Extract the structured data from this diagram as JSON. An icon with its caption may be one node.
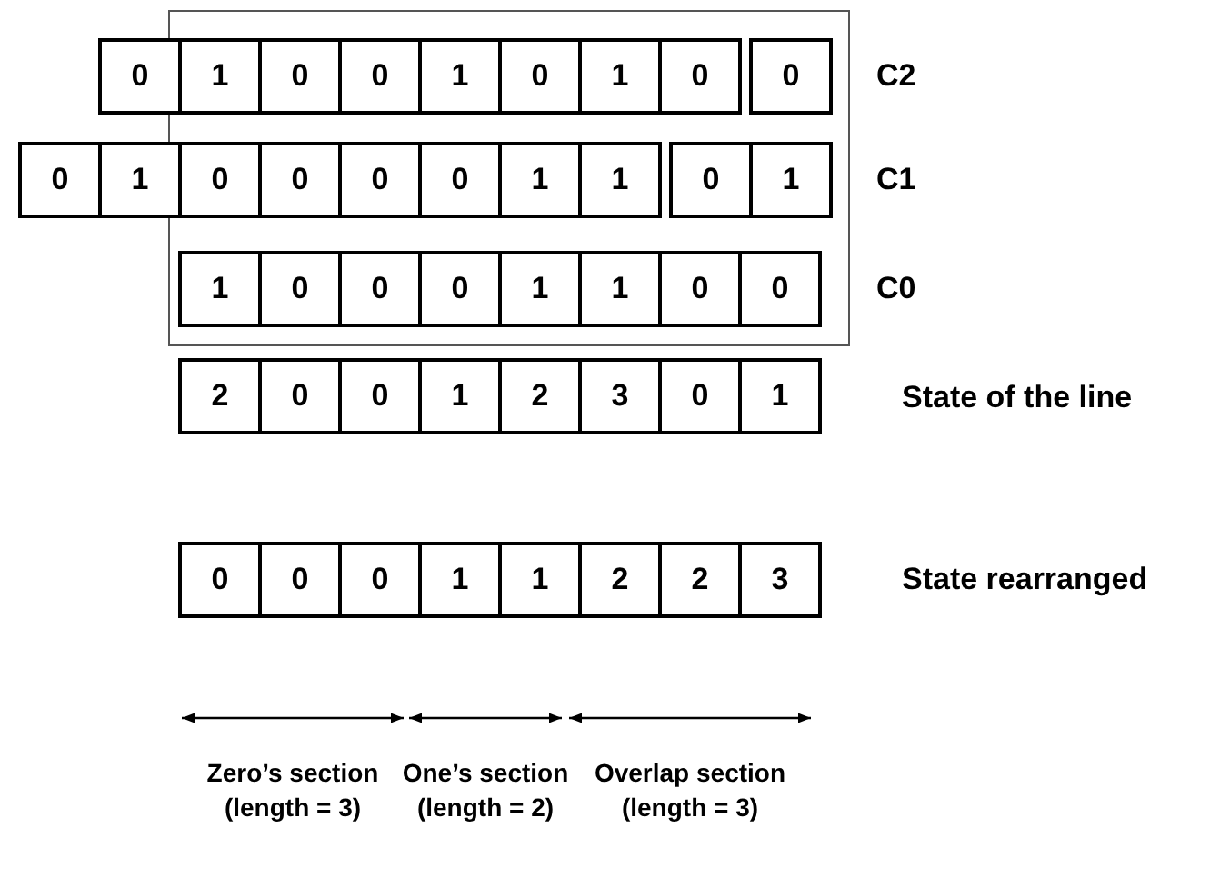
{
  "diagram": {
    "labels": [
      "0",
      "1",
      "0",
      "0",
      "1",
      "0",
      "1",
      "0",
      "0",
      "C2",
      "0",
      "1",
      "0",
      "0",
      "0",
      "0",
      "1",
      "1",
      "0",
      "1",
      "C1",
      "1",
      "0",
      "0",
      "0",
      "1",
      "1",
      "0",
      "0",
      "C0",
      "2",
      "0",
      "0",
      "1",
      "2",
      "3",
      "0",
      "1",
      "State of the line",
      "0",
      "0",
      "0",
      "1",
      "1",
      "2",
      "2",
      "3",
      "State rearranged",
      "Zero’s section (length = 3)",
      "One’s section (length = 2)",
      "Overlap section (length = 3)"
    ]
  }
}
